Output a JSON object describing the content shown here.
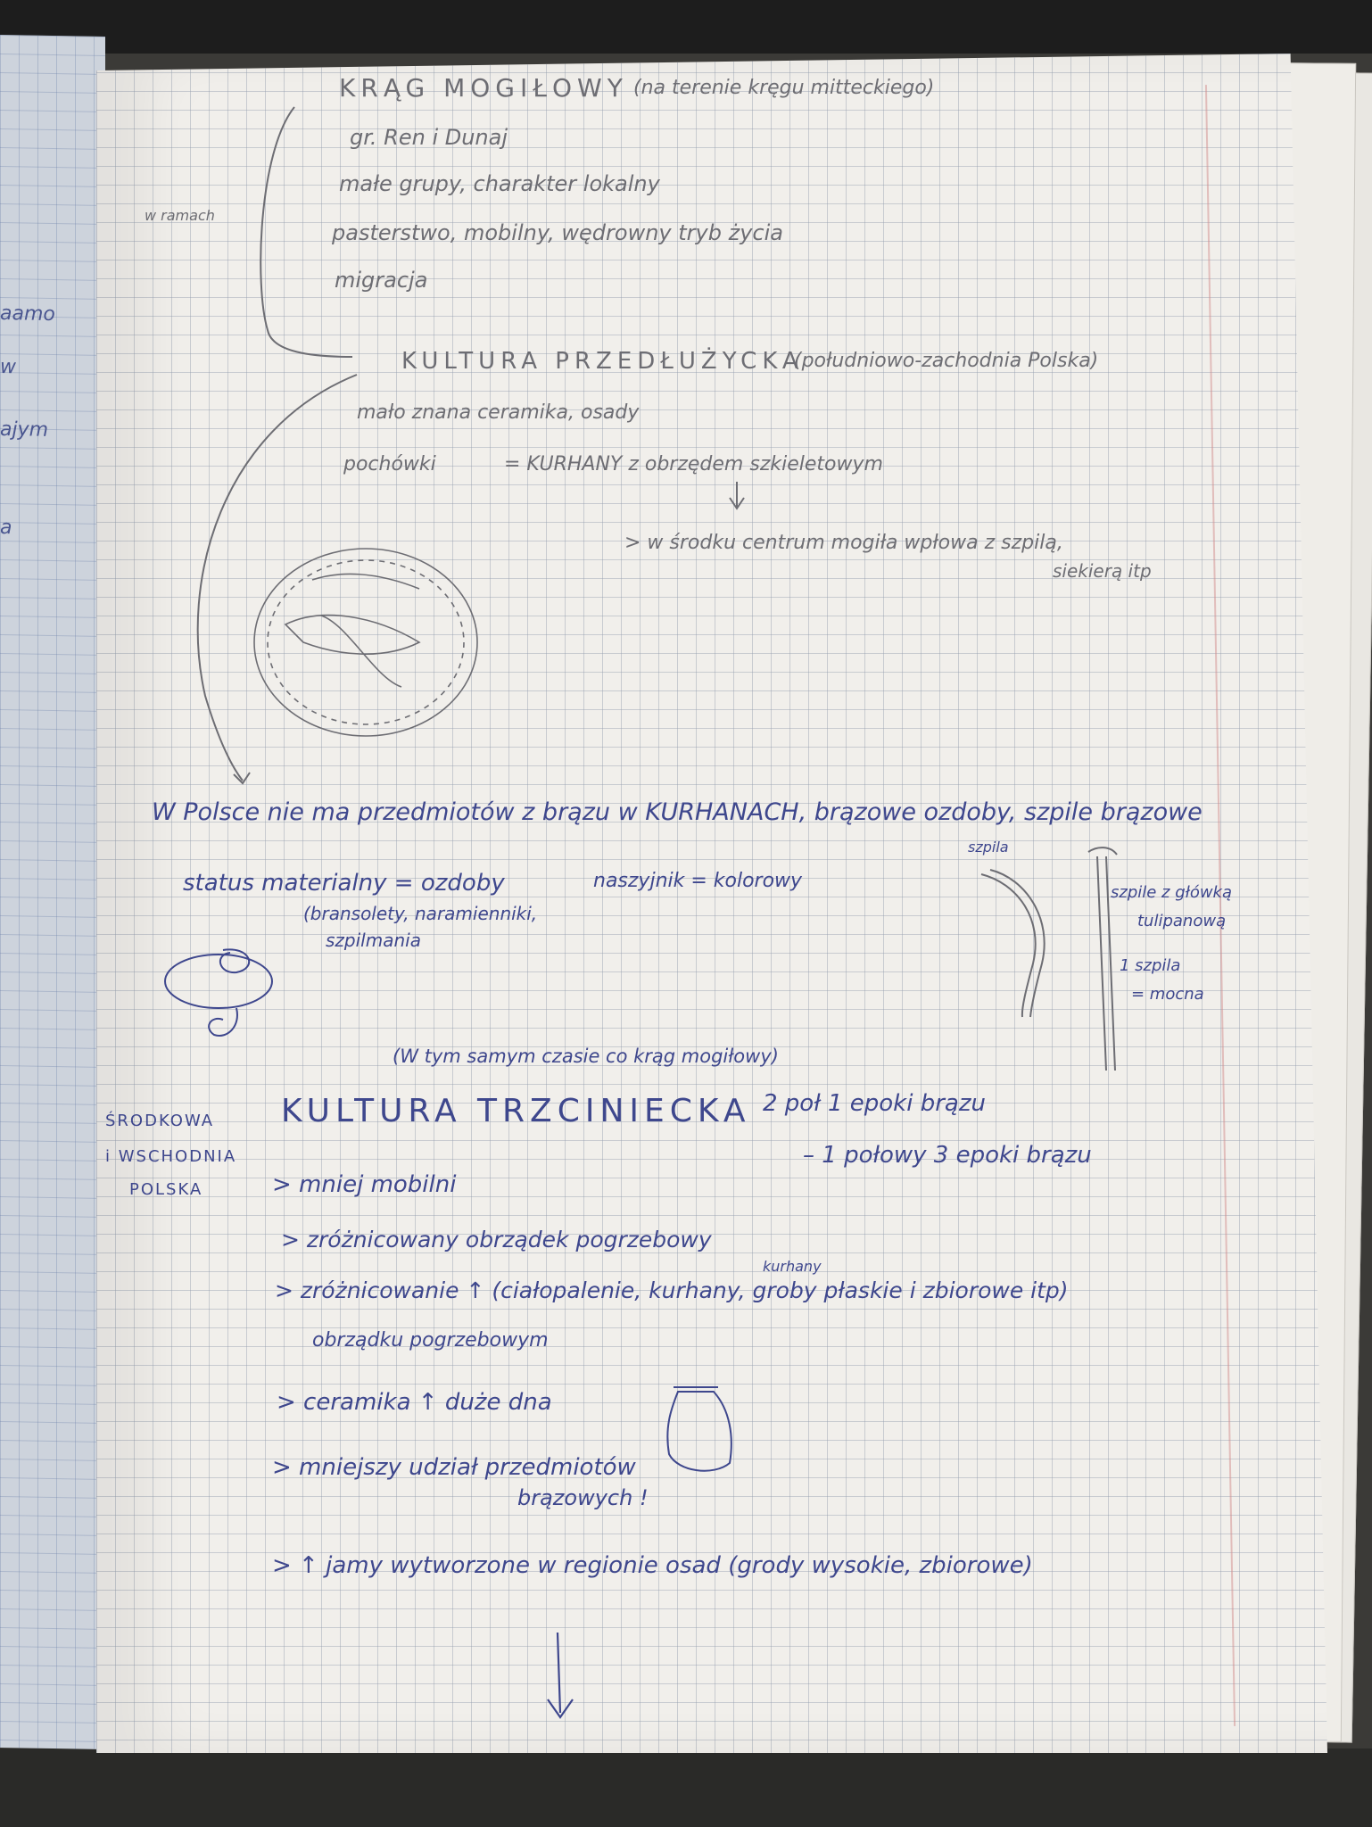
{
  "left_page": [
    "aamo",
    "w",
    "ajym",
    "a"
  ],
  "notes": {
    "krag_heading": "KRĄG MOGIŁOWY",
    "krag_note": "(na terenie kręgu mitteckiego)",
    "krag_side": "w ramach",
    "krag_items": [
      "gr. Ren i Dunaj",
      "małe grupy, charakter lokalny",
      "pasterstwo, mobilny, wędrowny tryb życia",
      "migracja"
    ],
    "przedlu_heading": "KULTURA PRZEDŁUŻYCKA",
    "przedlu_region": "(południowo-zachodnia Polska)",
    "przedlu_items": [
      "mało znana ceramika, osady",
      "pochówki",
      "= KURHANY z obrzędem szkieletowym"
    ],
    "kurhan_note_1": "> w środku centrum mogiła wpłowa z szpilą,",
    "kurhan_note_2": "siekierą itp",
    "polska_line": "W Polsce nie ma przedmiotów z brązu w KURHANACH, brązowe ozdoby, szpile brązowe",
    "status_line": "status materialny = ozdoby",
    "status_sub_1": "(bransolety, naramienniki,",
    "status_sub_2": "szpilmania",
    "szpila_label": "szpila",
    "naszyjnik_label": "naszyjnik = kolorowy",
    "szpila_note_1": "szpile z główką",
    "szpila_note_2": "tulipanową",
    "szpila_note_3": "1 szpila",
    "szpila_note_4": "= mocna",
    "trzciniecka_pre": "(W tym samym czasie co krąg mogiłowy)",
    "trzciniecka_region_1": "ŚRODKOWA",
    "trzciniecka_region_2": "i WSCHODNIA",
    "trzciniecka_region_3": "POLSKA",
    "trzciniecka_heading": "KULTURA TRZCINIECKA",
    "trzciniecka_date_1": "2 poł 1 epoki brązu",
    "trzciniecka_date_2": "– 1 połowy 3 epoki brązu",
    "trz_items": [
      "> mniej mobilni",
      "> zróżnicowany obrządek pogrzebowy",
      "> zróżnicowanie ↑ (ciałopalenie, kurhany, groby płaskie i zbiorowe itp)",
      "obrządku pogrzebowym",
      "> ceramika ↑ duże dna",
      "> mniejszy udział przedmiotów",
      "brązowych !",
      "> ↑ jamy wytworzone w regionie osad (grody wysokie, zbiorowe)"
    ],
    "kurhany_above": "kurhany"
  }
}
